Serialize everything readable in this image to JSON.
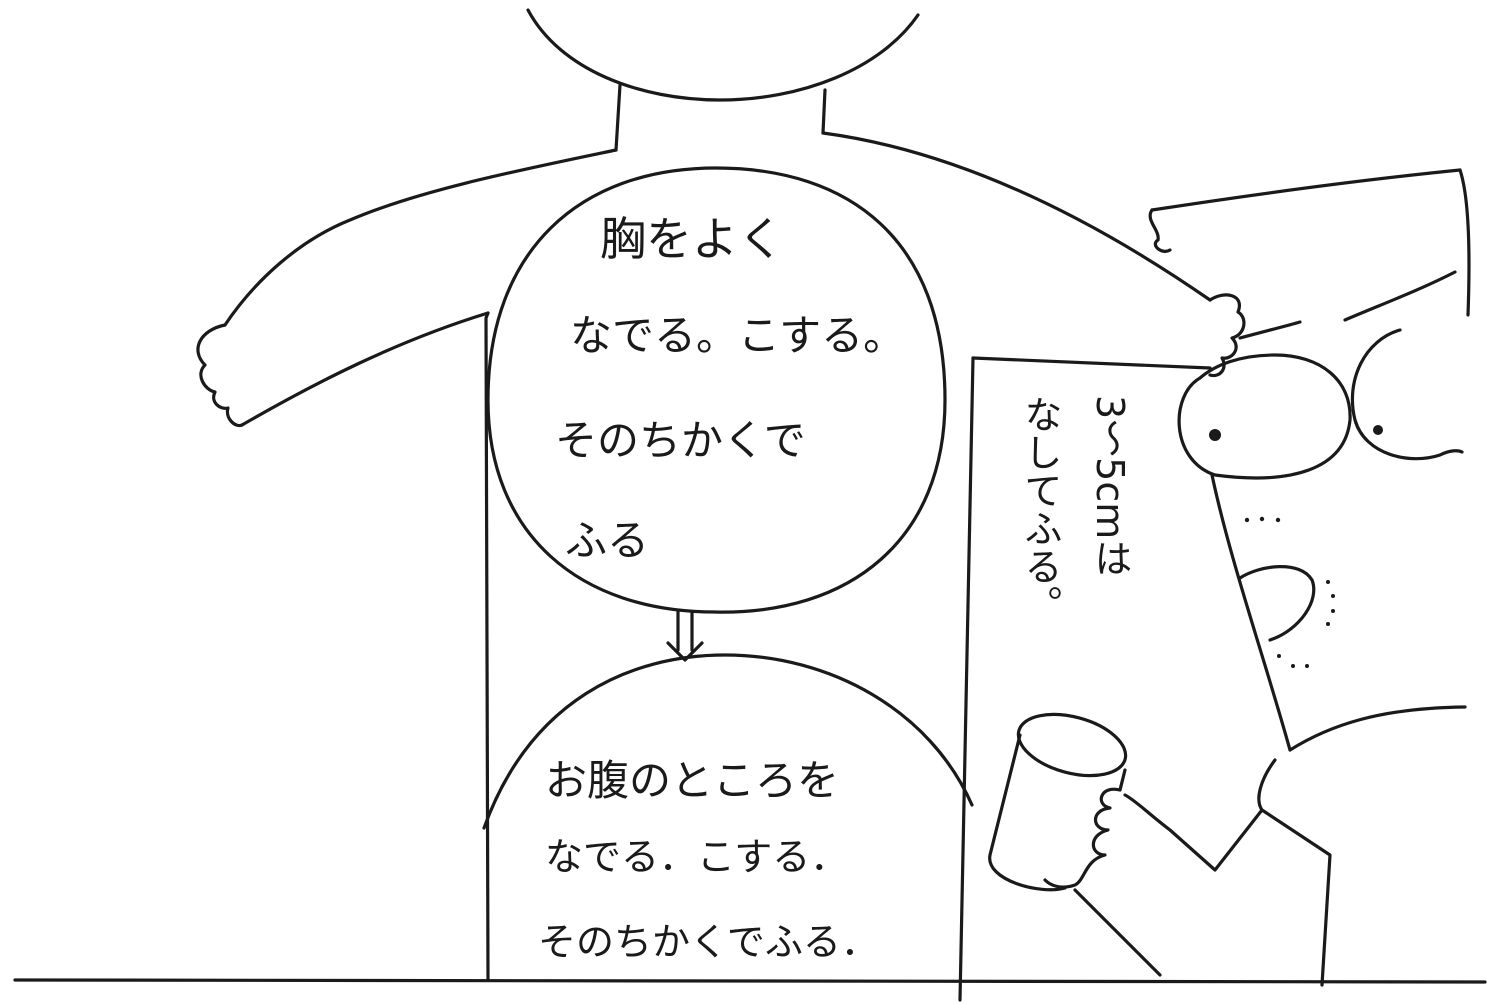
{
  "illustration": {
    "chest_text": {
      "line1": "胸をよく",
      "line2": "なでる。こする。",
      "line3": "そのちかくで",
      "line4": "ふる"
    },
    "belly_text": {
      "line1": "お腹のところを",
      "line2": "なでる．こする．",
      "line3": "そのちかくでふる．"
    },
    "side_note": {
      "col1": "3〜5cmは",
      "col2": "なしてふる。"
    },
    "ink_color": "#1a1a1a",
    "paper_color": "#ffffff"
  }
}
